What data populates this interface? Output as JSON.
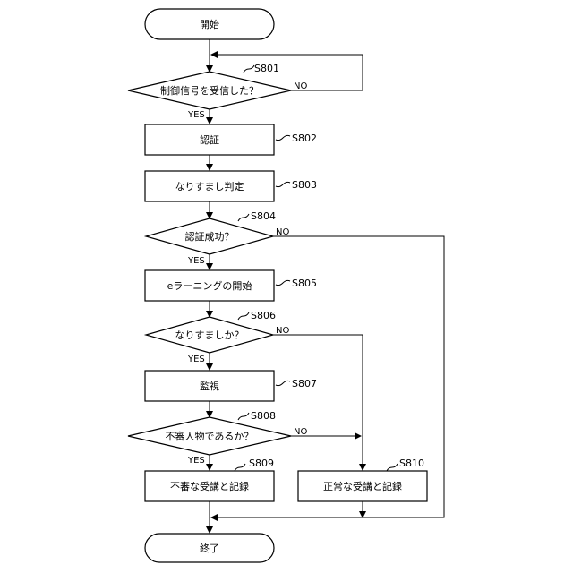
{
  "nodes": {
    "start": "開始",
    "s801": "制御信号を受信した？",
    "s802": "認証",
    "s803": "なりすまし判定",
    "s804": "認証成功？",
    "s805": "eラーニングの開始",
    "s806": "なりすましか？",
    "s807": "監視",
    "s808": "不審人物であるか？",
    "s809": "不審な受講と記録",
    "s810": "正常な受講と記録",
    "end": "終了"
  },
  "steps": {
    "s801": "S801",
    "s802": "S802",
    "s803": "S803",
    "s804": "S804",
    "s805": "S805",
    "s806": "S806",
    "s807": "S807",
    "s808": "S808",
    "s809": "S809",
    "s810": "S810"
  },
  "labels": {
    "yes": "YES",
    "no": "NO"
  }
}
